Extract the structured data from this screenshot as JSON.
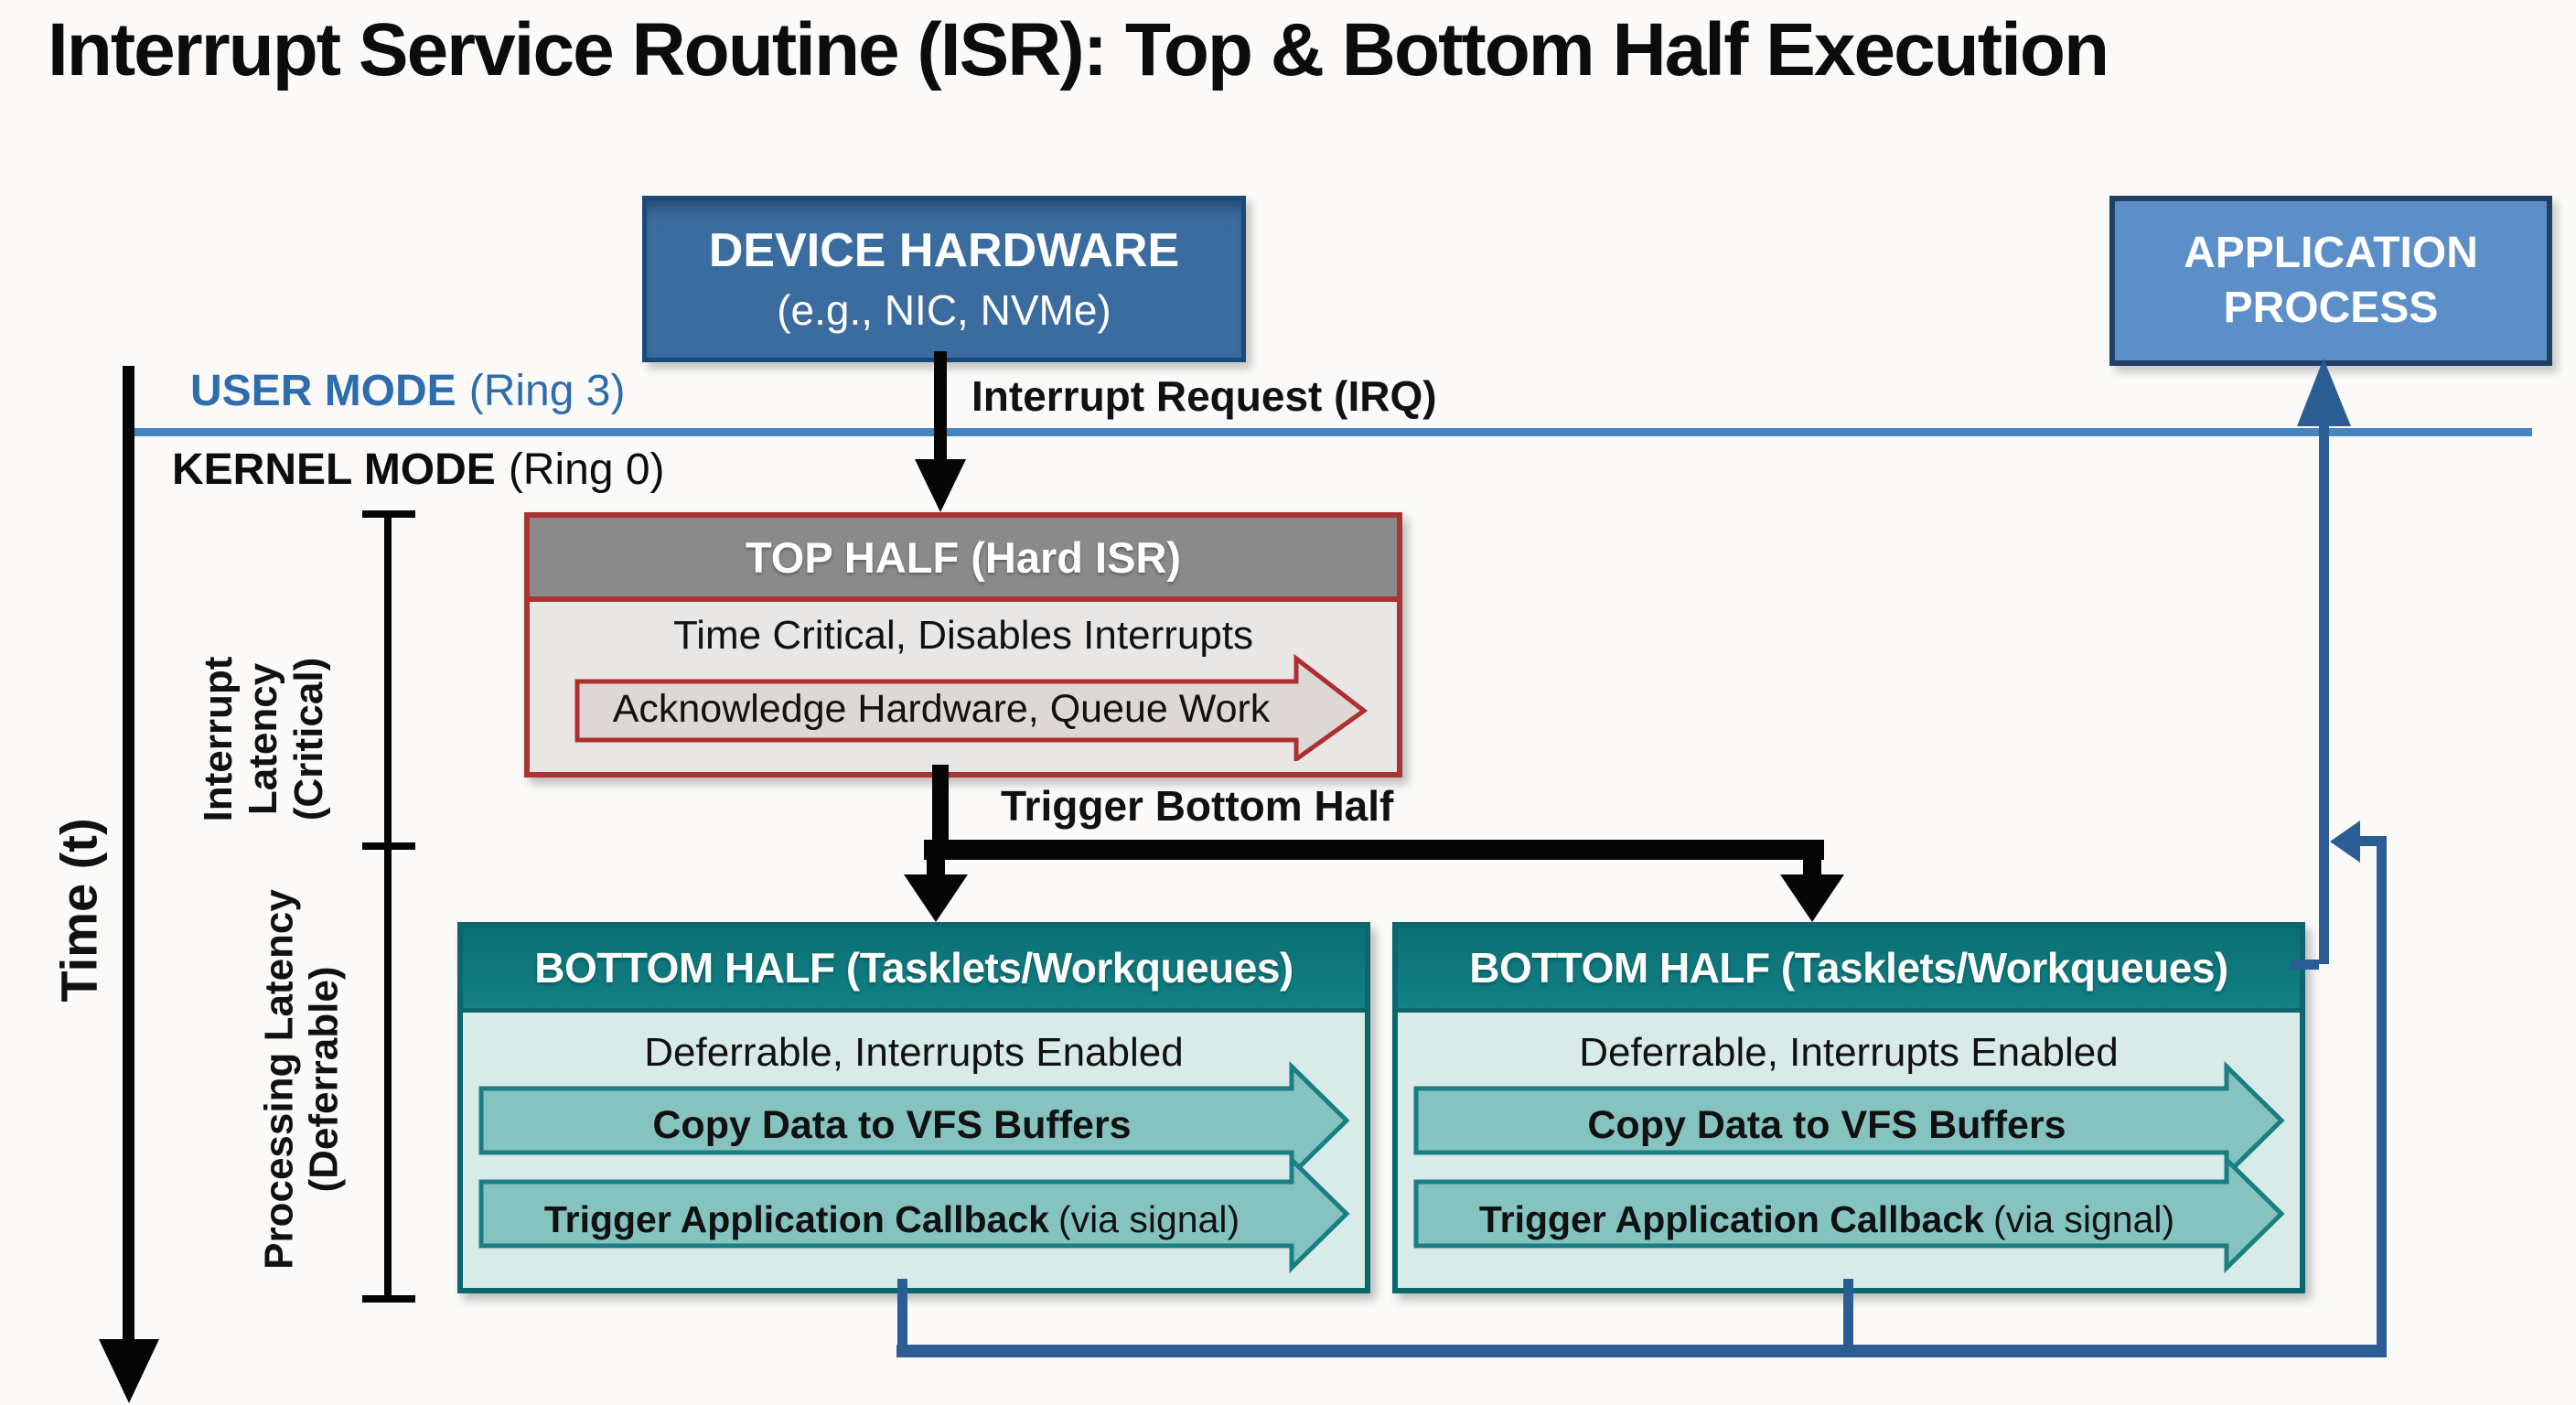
{
  "title": "Interrupt Service Routine (ISR): Top & Bottom Half Execution",
  "device_hardware": {
    "name": "DEVICE HARDWARE",
    "examples": "(e.g., NIC, NVMe)"
  },
  "application_process": {
    "line1": "APPLICATION",
    "line2": "PROCESS"
  },
  "privilege": {
    "user_mode": "USER MODE",
    "user_ring": "(Ring 3)",
    "kernel_mode": "KERNEL MODE",
    "kernel_ring": "(Ring 0)"
  },
  "irq_label": "Interrupt Request (IRQ)",
  "top_half": {
    "header": "TOP HALF (Hard ISR)",
    "subtitle": "Time Critical, Disables Interrupts",
    "action": "Acknowledge Hardware, Queue Work"
  },
  "trigger_label": "Trigger Bottom Half",
  "bottom_half": {
    "header": "BOTTOM HALF (Tasklets/Workqueues)",
    "subtitle": "Deferrable, Interrupts Enabled",
    "action1": "Copy Data to VFS Buffers",
    "action2_bold": "Trigger Application Callback",
    "action2_note": "(via signal)"
  },
  "time_axis": {
    "label": "Time (t)"
  },
  "latency": {
    "interrupt_l1": "Interrupt",
    "interrupt_l2": "Latency",
    "interrupt_l3": "(Critical)",
    "processing_l1": "Processing Latency",
    "processing_l2": "(Deferrable)"
  },
  "colors": {
    "device_box_fill": "#3b6c9f",
    "app_box_fill": "#5c8fc7",
    "mode_divider_blue": "#4585c2",
    "user_mode_text": "#2d6dad",
    "top_half_border_red": "#a93434",
    "top_half_header_gray": "#8a8a8a",
    "top_half_body": "#e9e7e5",
    "ack_arrow_fill": "#ddd7d5",
    "bottom_half_border": "#0c666e",
    "bottom_half_header_teal": "#0f7b7b",
    "bottom_half_body": "#d8ebe8",
    "teal_arrow_fill": "#85c3c0",
    "teal_arrow_stroke": "#1b7e82",
    "connector_blue": "#2b5d94",
    "connector_black": "#050505"
  }
}
